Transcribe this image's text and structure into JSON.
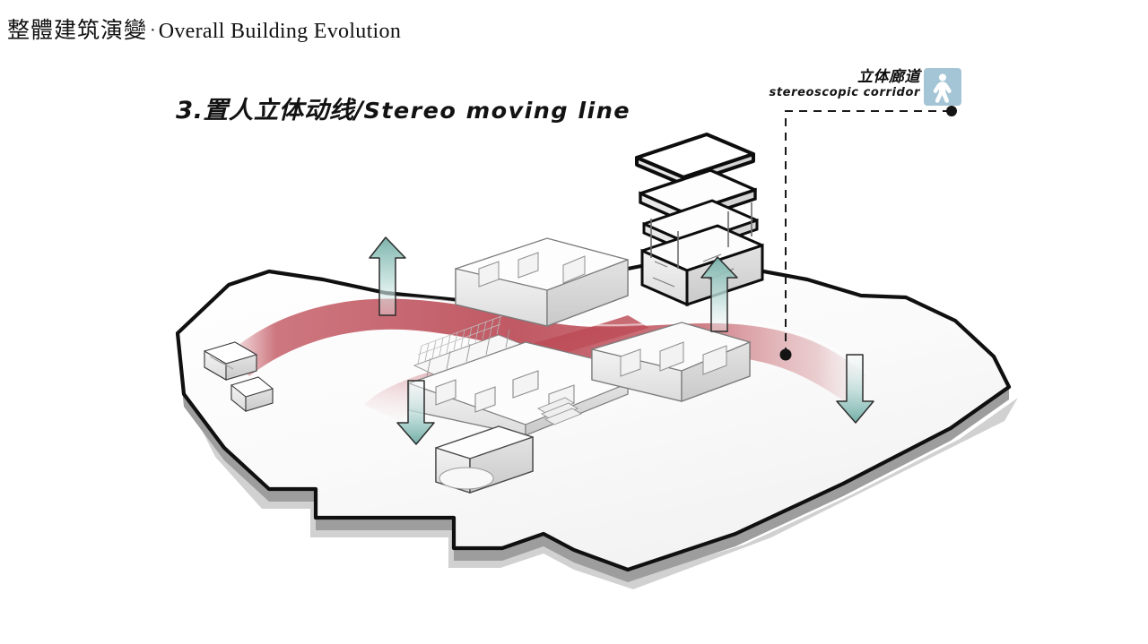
{
  "header": {
    "title_zh": "整體建筑演變",
    "separator": "·",
    "title_en": "Overall Building Evolution"
  },
  "subtitle": {
    "index_and_zh": "3.置人立体动线/",
    "en": "Stereo moving line"
  },
  "legend": {
    "label_zh": "立体廊道",
    "label_en": "stereoscopic corridor",
    "icon": "pedestrian-icon",
    "icon_bg_color": "#a4c5d6",
    "icon_glyph_color": "#ffffff",
    "leader_line_style": "dashed",
    "leader_line_color": "#1a1a1a",
    "leader_endpoint_marker": "dot"
  },
  "diagram": {
    "type": "axonometric-architectural-massing",
    "site_plate": {
      "top_fill": "#fbfbfb",
      "outline_color": "#101010",
      "edge_extrusion_color": "#9a9a9a",
      "shadow_color": "#c8c8c8"
    },
    "circulation_path": {
      "name": "stereo-moving-line",
      "color": "#c0515c",
      "style": "translucent-ribbon",
      "description": "red pedestrian flow ribbon crossing the site from west to east with a southern branch"
    },
    "vertical_arrows": {
      "color_head": "#7fb6ae",
      "color_tail": "#e9f2f1",
      "outline_color": "#2b2b2b",
      "items": [
        {
          "name": "arrow-up-west",
          "direction": "up"
        },
        {
          "name": "arrow-up-center",
          "direction": "up"
        },
        {
          "name": "arrow-down-center",
          "direction": "down"
        },
        {
          "name": "arrow-down-east",
          "direction": "down"
        }
      ]
    },
    "buildings": {
      "outline_color": "#0d0d0d",
      "face_light": "#ffffff",
      "face_mid": "#ededed",
      "face_dark": "#d6d6d6",
      "items": [
        {
          "name": "exploded-tower-north",
          "floors": 4,
          "feature": "floating-roof-slab"
        },
        {
          "name": "central-complex",
          "feature": "open-plan-walls-and-stairs"
        },
        {
          "name": "pergola-canopy",
          "feature": "lattice-roof"
        },
        {
          "name": "small-pavilion-west-a",
          "feature": "low-bar-building"
        },
        {
          "name": "small-pavilion-west-b",
          "feature": "low-gabled-building"
        },
        {
          "name": "south-podium",
          "feature": "plinth-with-ramp"
        }
      ]
    }
  }
}
